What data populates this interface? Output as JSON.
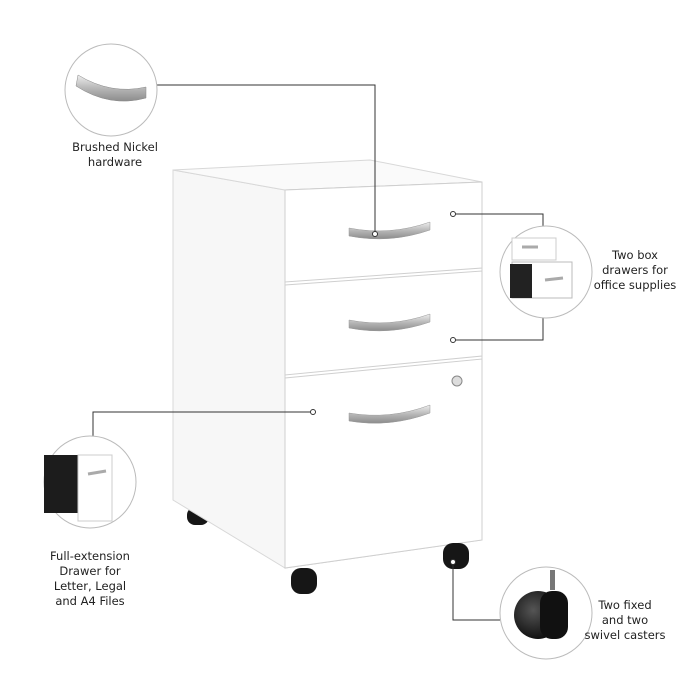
{
  "callouts": {
    "hardware": "Brushed Nickel\nhardware",
    "box_drawers": "Two box\ndrawers for\noffice supplies",
    "file_drawer": "Full-extension\nDrawer for\nLetter, Legal\nand A4 Files",
    "casters": "Two fixed\nand two\nswivel casters"
  },
  "colors": {
    "cabinet": "#ffffff",
    "edge": "#d4d4d4",
    "line": "#333333",
    "caster": "#1a1a1a",
    "handle": "#c8c8c8"
  }
}
